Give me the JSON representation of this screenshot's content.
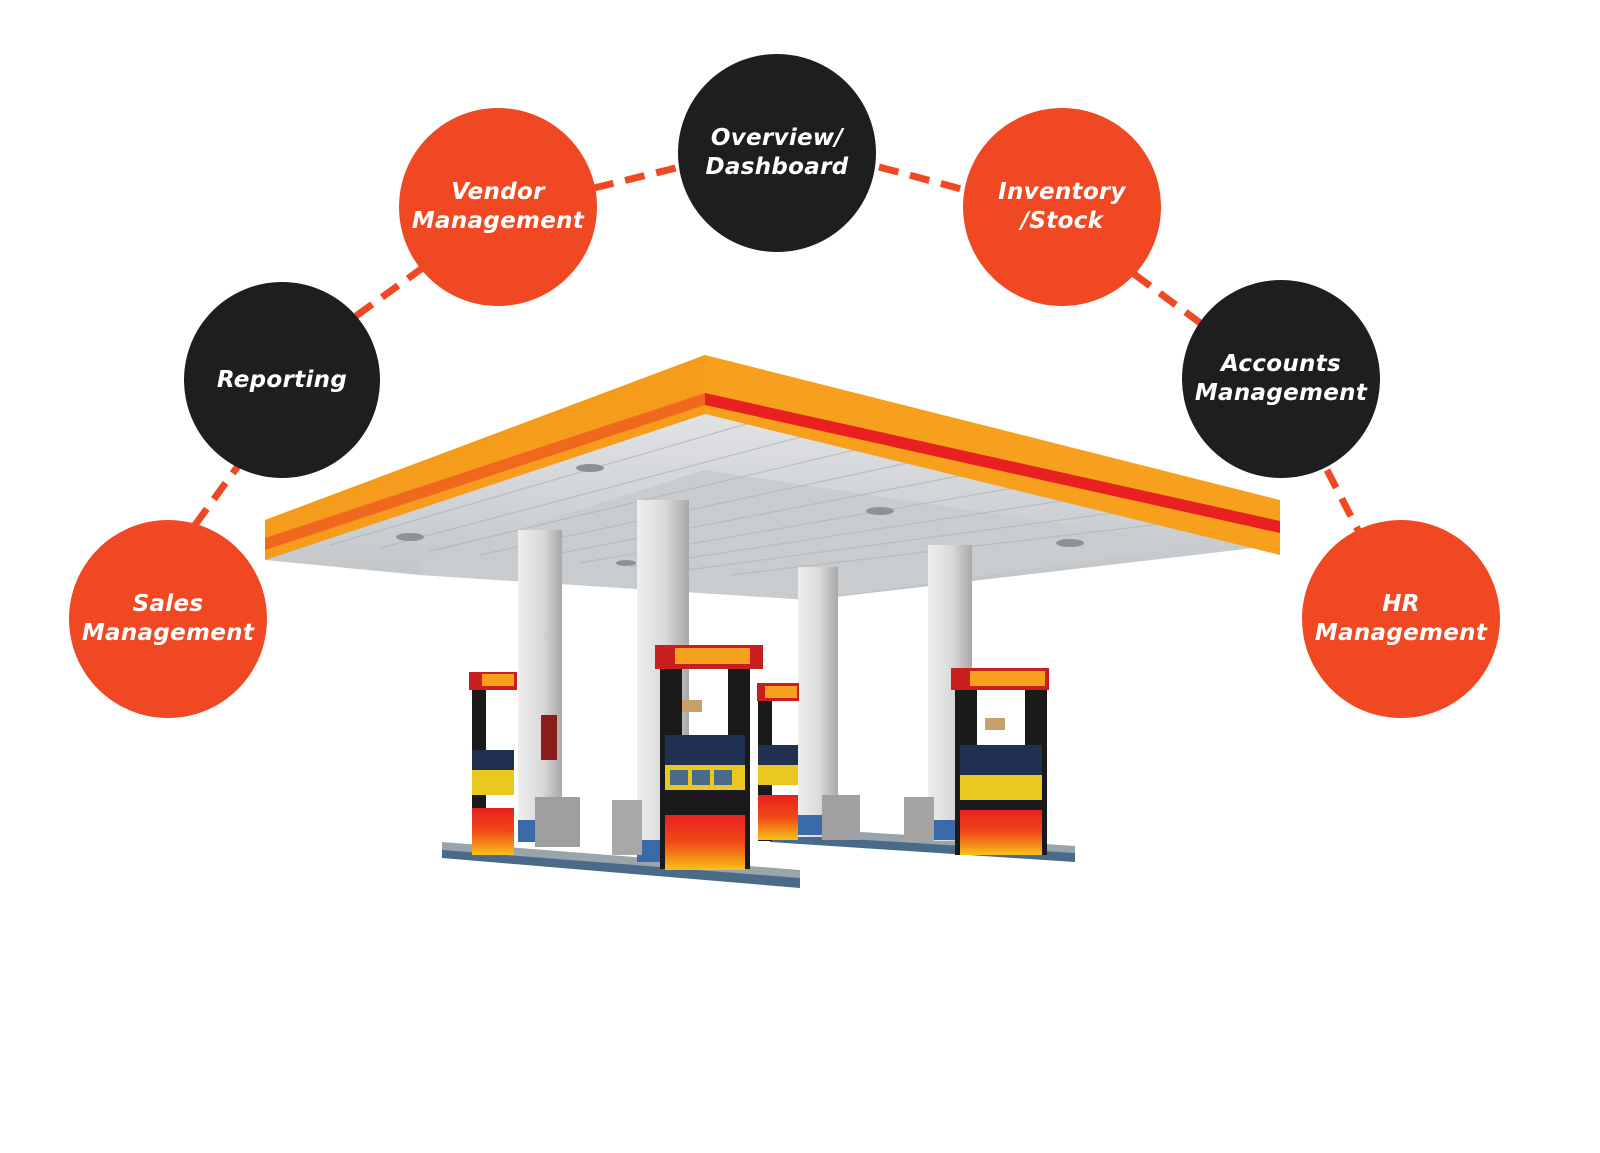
{
  "diagram": {
    "center_illustration": "gas-station",
    "colors": {
      "accent_orange": "#ef4823",
      "dark": "#1e1e1e",
      "connector": "#ef4823",
      "canopy_orange": "#f7a01e",
      "canopy_red": "#e8201f",
      "canopy_underside": "#d4d6d8",
      "background": "#ffffff"
    },
    "nodes": [
      {
        "id": "sales",
        "lines": [
          "Sales",
          "Management"
        ],
        "style": "orange"
      },
      {
        "id": "reporting",
        "lines": [
          "Reporting"
        ],
        "style": "dark"
      },
      {
        "id": "vendor",
        "lines": [
          "Vendor",
          "Management"
        ],
        "style": "orange"
      },
      {
        "id": "overview",
        "lines": [
          "Overview/",
          "Dashboard"
        ],
        "style": "dark"
      },
      {
        "id": "inventory",
        "lines": [
          "Inventory",
          "/Stock"
        ],
        "style": "orange"
      },
      {
        "id": "accounts",
        "lines": [
          "Accounts",
          "Management"
        ],
        "style": "dark"
      },
      {
        "id": "hr",
        "lines": [
          "HR",
          "Management"
        ],
        "style": "orange"
      }
    ],
    "connectors": [
      {
        "from": "sales",
        "to": "reporting",
        "style": "dashed"
      },
      {
        "from": "reporting",
        "to": "vendor",
        "style": "dashed"
      },
      {
        "from": "vendor",
        "to": "overview",
        "style": "dashed"
      },
      {
        "from": "overview",
        "to": "inventory",
        "style": "dashed"
      },
      {
        "from": "inventory",
        "to": "accounts",
        "style": "dashed"
      },
      {
        "from": "accounts",
        "to": "hr",
        "style": "dashed"
      }
    ]
  }
}
